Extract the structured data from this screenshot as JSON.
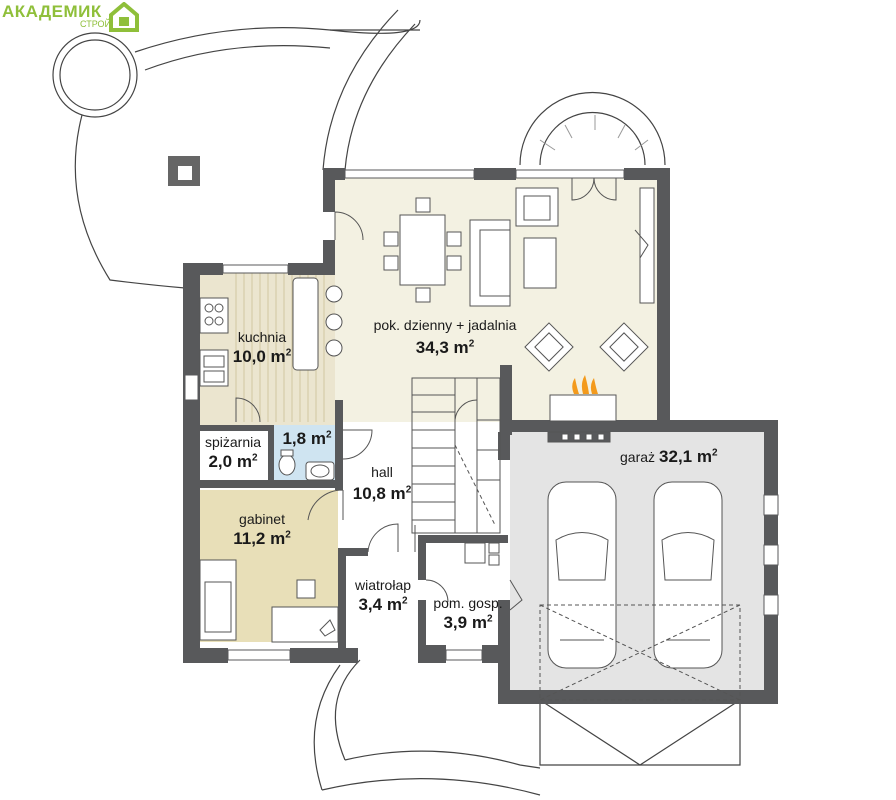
{
  "logo": {
    "text": "АКАДЕМИК",
    "subtext": "СТРОЙ",
    "color": "#8fbf3a"
  },
  "colors": {
    "wall": "#58595b",
    "living_floor": "#f3f1e2",
    "kitchen_floor": "#ebe5cf",
    "bathroom_floor": "#cfe4f1",
    "study_floor": "#e8dfb8",
    "garage_floor": "#e4e4e4",
    "fire": "#f39a1c"
  },
  "rooms": [
    {
      "id": "living",
      "name": "pok. dzienny + jadalnia",
      "area": "34,3 m",
      "sup": "2"
    },
    {
      "id": "kitchen",
      "name": "kuchnia",
      "area": "10,0 m",
      "sup": "2"
    },
    {
      "id": "pantry",
      "name": "spiżarnia",
      "area": "2,0 m",
      "sup": "2"
    },
    {
      "id": "bathroom",
      "name": "",
      "area": "1,8 m",
      "sup": "2"
    },
    {
      "id": "hall",
      "name": "hall",
      "area": "10,8 m",
      "sup": "2"
    },
    {
      "id": "study",
      "name": "gabinet",
      "area": "11,2 m",
      "sup": "2"
    },
    {
      "id": "vestibule",
      "name": "wiatrołap",
      "area": "3,4 m",
      "sup": "2"
    },
    {
      "id": "utility",
      "name": "pom. gosp.",
      "area": "3,9 m",
      "sup": "2"
    },
    {
      "id": "garage",
      "name": "garaż",
      "area": "32,1 m",
      "sup": "2"
    }
  ]
}
